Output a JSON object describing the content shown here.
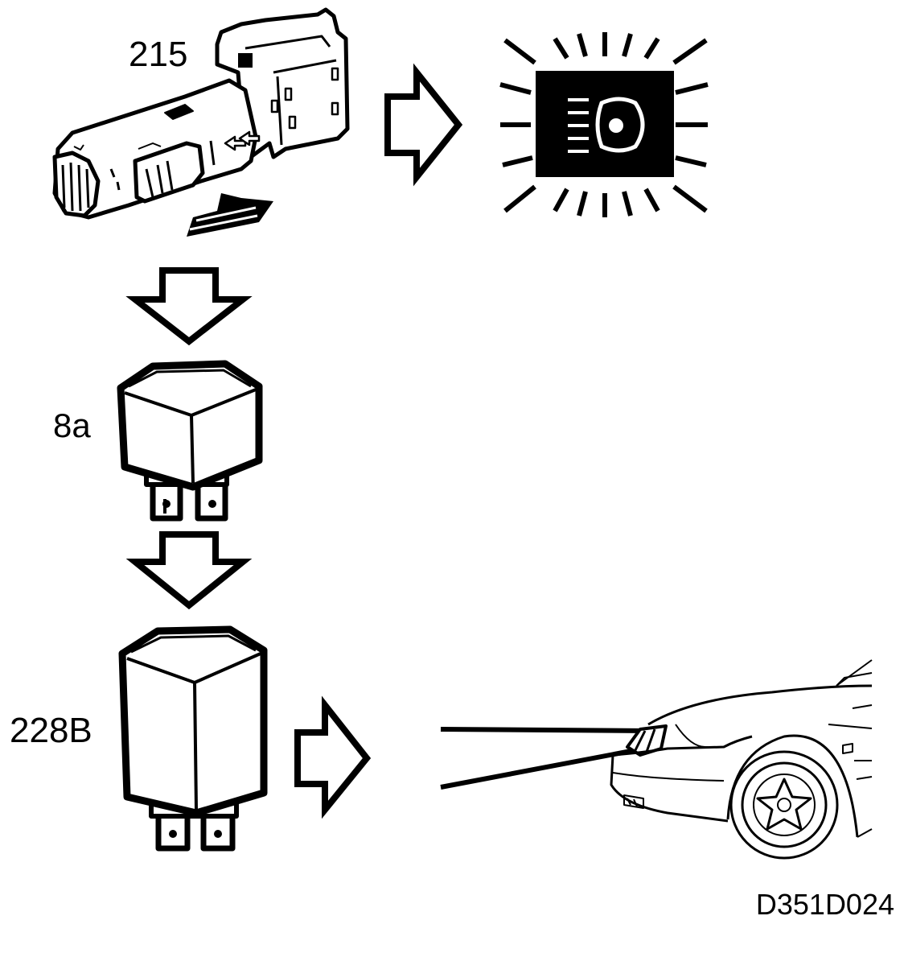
{
  "labels": {
    "switch": "215",
    "relay_a": "8a",
    "relay_b": "228B",
    "figure_code": "D351D024"
  },
  "icons": {
    "switch": "stalk-switch-icon",
    "headlight_symbol": "main-beam-headlight-icon",
    "relay": "relay-icon",
    "car_front": "car-front-headlight-icon",
    "arrow": "hollow-arrow-icon"
  },
  "colors": {
    "ink": "#000000",
    "paper": "#ffffff"
  }
}
